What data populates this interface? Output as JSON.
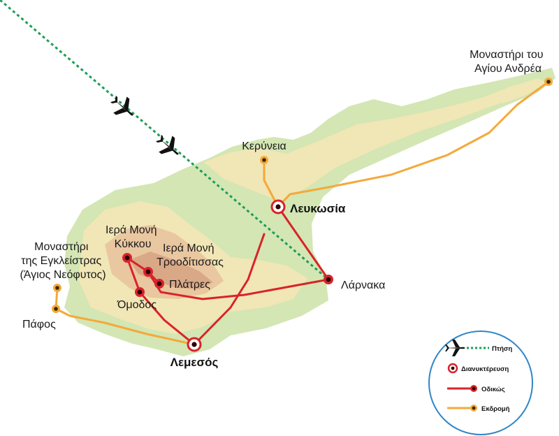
{
  "map": {
    "places": {
      "monastery_andreas": [
        "Μοναστήρι του",
        "Αγίου Ανδρέα"
      ],
      "kyrenia": "Κερύνεια",
      "nicosia": "Λευκωσία",
      "kykkos": [
        "Ιερά Μονή",
        "Κύκκου"
      ],
      "trooditissa": [
        "Ιερά Μονή",
        "Τροοδίτισσας"
      ],
      "platres": "Πλάτρες",
      "enkleistra": [
        "Μοναστήρι",
        "της Εγκλείστρας",
        "(Άγιος Νεόφυτος)"
      ],
      "omodos": "Όμοδος",
      "paphos": "Πάφος",
      "larnaca": "Λάρνακα",
      "limassol": "Λεμεσός"
    }
  },
  "legend": {
    "flight": "Πτήση",
    "overnight": "Διανυκτέρευση",
    "road": "Οδικώς",
    "excursion": "Εκδρομή"
  },
  "colors": {
    "land": "#d3e6b4",
    "highland": "#f1e6b6",
    "mountain": "#e9c7a0",
    "peak": "#d9a887",
    "road": "#d8232a",
    "excursion": "#f4a93a",
    "flight": "#1e9d57",
    "legend_border": "#2d86c7"
  }
}
